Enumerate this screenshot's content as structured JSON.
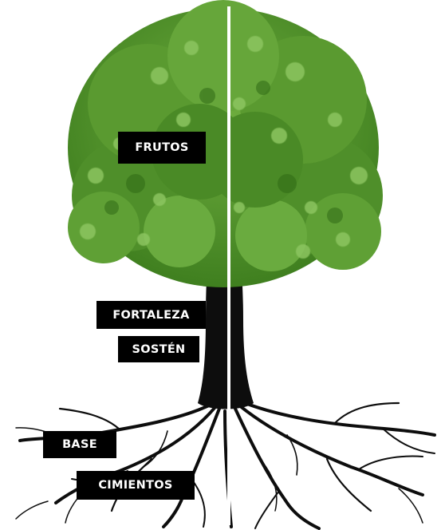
{
  "labels": {
    "frutos": "FRUTOS",
    "fortaleza": "FORTALEZA",
    "sosten": "SOSTÉN",
    "base": "BASE",
    "cimientos": "CIMIENTOS"
  },
  "colors": {
    "foliage_dark": "#3f7f1f",
    "foliage_mid": "#5e9c34",
    "foliage_light": "#8cc560",
    "trunk": "#0d0d0d",
    "label_bg": "#000000",
    "label_text": "#ffffff",
    "divider": "#ffffff"
  },
  "icons": {
    "tree": "tree-illustration",
    "roots": "roots-illustration"
  }
}
